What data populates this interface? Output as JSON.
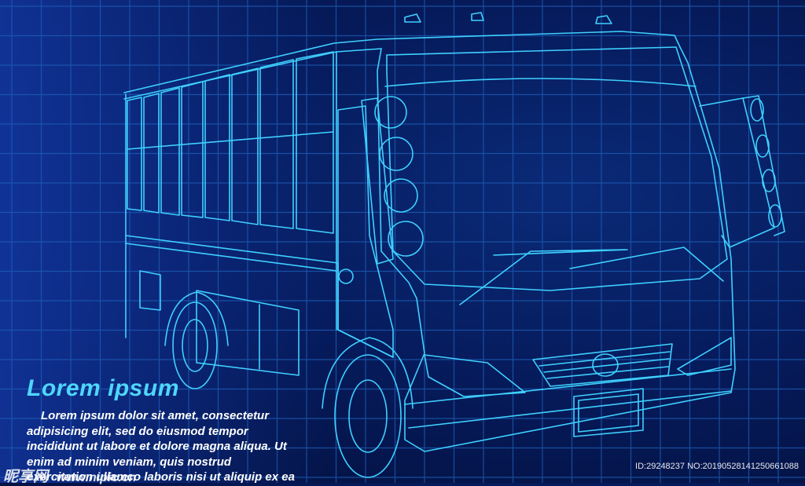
{
  "colors": {
    "background": "#061b5c",
    "grid": "#1e5fb8",
    "outline": "#3fd0ff",
    "title": "#4fd6ff",
    "text": "#ffffff"
  },
  "heading": "Lorem ipsum",
  "paragraph": {
    "lines": [
      "Lorem ipsum dolor sit amet, consectetur",
      "adipisicing elit, sed do eiusmod tempor",
      "incididunt ut labore et dolore magna aliqua. Ut",
      "enim ad minim veniam, quis nostrud",
      "exercitation ullamco laboris nisi ut aliquip ex ea"
    ]
  },
  "watermark": {
    "logo_cn": "昵享网",
    "url": "www.nipic.cn",
    "id_text": "ID:29248237 NO:20190528141250661088"
  },
  "illustration": {
    "subject": "bus-blueprint-outline",
    "style": "wireframe"
  }
}
